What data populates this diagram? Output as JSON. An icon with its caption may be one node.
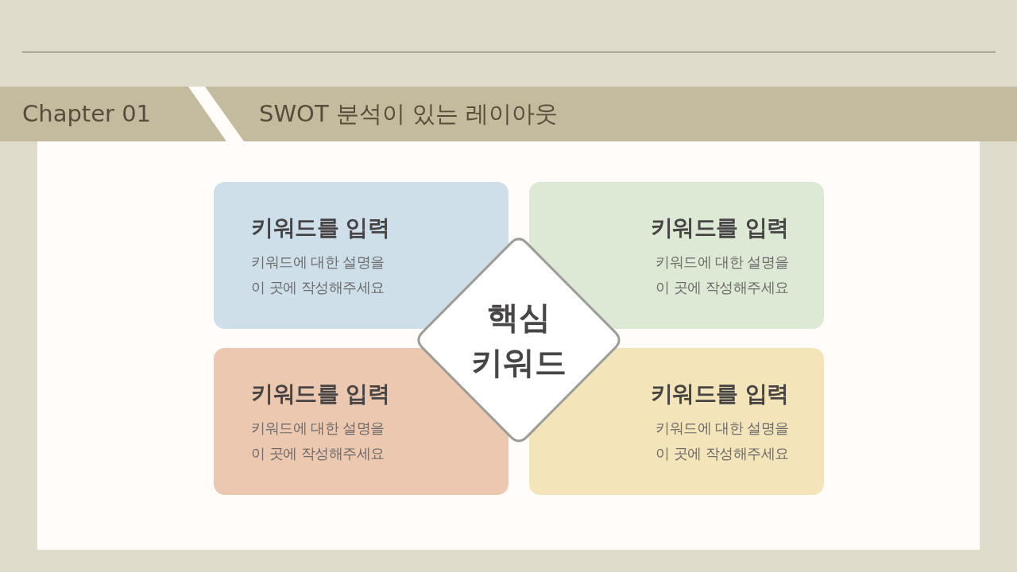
{
  "diagram": {
    "title": "SWOT 분석이 있는 레이아웃",
    "nodes": [
      {
        "text": [
          "키워드를 입력",
          "키워드에 대한 설명을 이 곳에 작성해주세요"
        ]
      },
      {
        "text": [
          "키워드를 입력",
          "키워드에 대한 설명을 이 곳에 작성해주세요"
        ]
      },
      {
        "text": [
          "키워드를 입력",
          "키워드에 대한 설명을 이 곳에 작성해주세요"
        ]
      },
      {
        "text": [
          "키워드를 입력",
          "키워드에 대한 설명을 이 곳에 작성해주세요"
        ]
      },
      {
        "text": [
          "핵심 키워드"
        ]
      }
    ],
    "labels": [
      "Chapter 01"
    ]
  }
}
